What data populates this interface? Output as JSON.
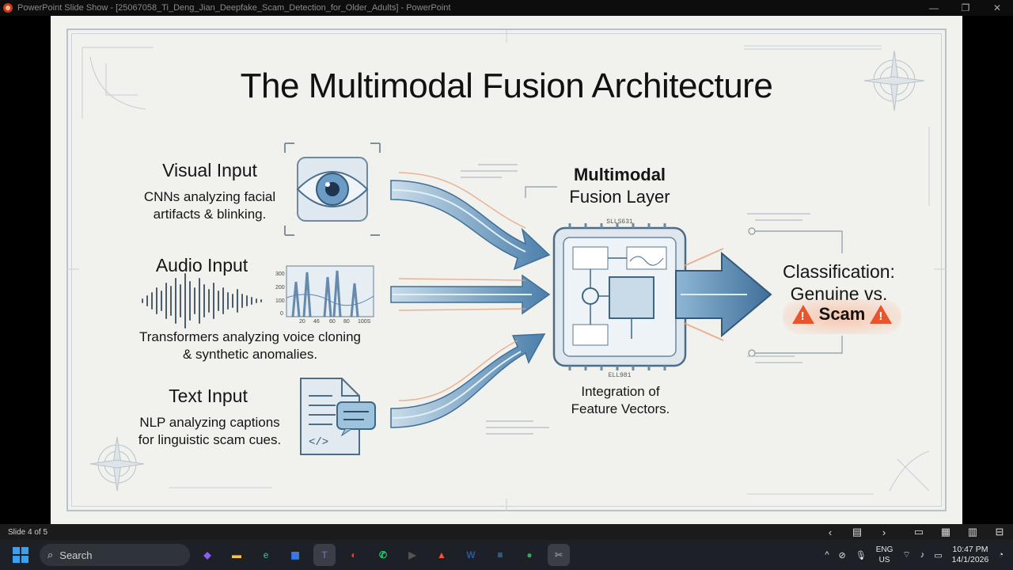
{
  "window": {
    "title": "PowerPoint Slide Show - [25067058_Ti_Deng_Jian_Deepfake_Scam_Detection_for_Older_Adults] - PowerPoint",
    "minimize": "—",
    "restore": "❐",
    "close": "✕"
  },
  "slide": {
    "title": "The Multimodal Fusion Architecture",
    "visual": {
      "heading": "Visual Input",
      "line1": "CNNs analyzing facial",
      "line2": "artifacts & blinking."
    },
    "audio": {
      "heading": "Audio Input",
      "line1": "Transformers analyzing voice cloning",
      "line2": "& synthetic anomalies.",
      "spectrogram_y_ticks": [
        "300",
        "200",
        "100",
        "0"
      ],
      "spectrogram_x_ticks": [
        "20",
        "46",
        "60",
        "80",
        "100S"
      ]
    },
    "text": {
      "heading": "Text Input",
      "line1": "NLP analyzing captions",
      "line2": "for linguistic scam cues."
    },
    "fusion": {
      "title_bold": "Multimodal",
      "title_rest": "Fusion Layer",
      "chip_label_top": "SLLS631",
      "chip_label_bottom": "ELL981",
      "caption_line1": "Integration of",
      "caption_line2": "Feature Vectors."
    },
    "classification": {
      "line1": "Classification:",
      "line2": "Genuine vs.",
      "scam": "Scam",
      "warning_glyph": "!"
    },
    "colors": {
      "arrow_blue": "#4f86b5",
      "arrow_light": "#a8d8f0",
      "warning": "#e8542c",
      "accent_orange": "#f0a070"
    }
  },
  "statusbar": {
    "slide_counter": "Slide 4 of 5",
    "prev": "‹",
    "notes": "▤",
    "next": "›",
    "normal": "▭",
    "sorter": "▦",
    "reading": "▥",
    "presenter": "⊟"
  },
  "taskbar": {
    "search_placeholder": "Search",
    "search_icon": "⌕",
    "apps": [
      {
        "name": "copilot",
        "glyph": "◆",
        "color": "#8b5cf6"
      },
      {
        "name": "file-explorer",
        "glyph": "▬",
        "color": "#f5c542"
      },
      {
        "name": "edge",
        "glyph": "e",
        "color": "#1fa57a"
      },
      {
        "name": "store",
        "glyph": "▦",
        "color": "#3b82f6"
      },
      {
        "name": "teams",
        "glyph": "T",
        "color": "#6264a7"
      },
      {
        "name": "app-red",
        "glyph": "◐",
        "color": "#e0453a"
      },
      {
        "name": "whatsapp",
        "glyph": "✆",
        "color": "#25d366"
      },
      {
        "name": "media-player",
        "glyph": "▶",
        "color": "#555"
      },
      {
        "name": "brave",
        "glyph": "▲",
        "color": "#fb542b"
      },
      {
        "name": "word",
        "glyph": "W",
        "color": "#2b579a"
      },
      {
        "name": "notepad",
        "glyph": "≡",
        "color": "#4aa3df"
      },
      {
        "name": "chrome",
        "glyph": "●",
        "color": "#34a853"
      },
      {
        "name": "snipping-tool",
        "glyph": "✂",
        "color": "#888"
      }
    ],
    "tray": {
      "chevron": "^",
      "lang1": "ENG",
      "lang2": "US",
      "time": "10:47 PM",
      "date": "14/1/2026"
    }
  }
}
